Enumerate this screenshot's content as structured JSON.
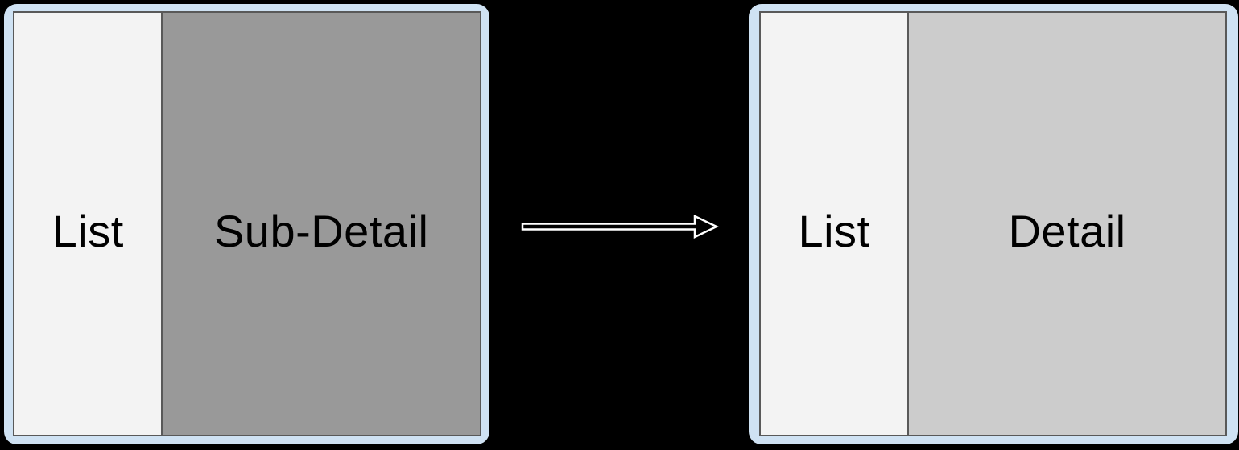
{
  "colors": {
    "page-bg": "#000000",
    "frame": "#cfe2f3",
    "panel-border": "#595959",
    "list-bg": "#f3f3f3",
    "subdetail-bg": "#999999",
    "detail-bg": "#cccccc",
    "label": "#000000",
    "arrow-stroke": "#ffffff",
    "arrow-fill": "#000000"
  },
  "diagram": {
    "before_panel": {
      "sections": [
        {
          "label": "List"
        },
        {
          "label": "Sub-Detail"
        }
      ]
    },
    "after_panel": {
      "sections": [
        {
          "label": "List"
        },
        {
          "label": "Detail"
        }
      ]
    },
    "arrow": {
      "icon": "right-arrow-icon",
      "direction": "right"
    }
  }
}
